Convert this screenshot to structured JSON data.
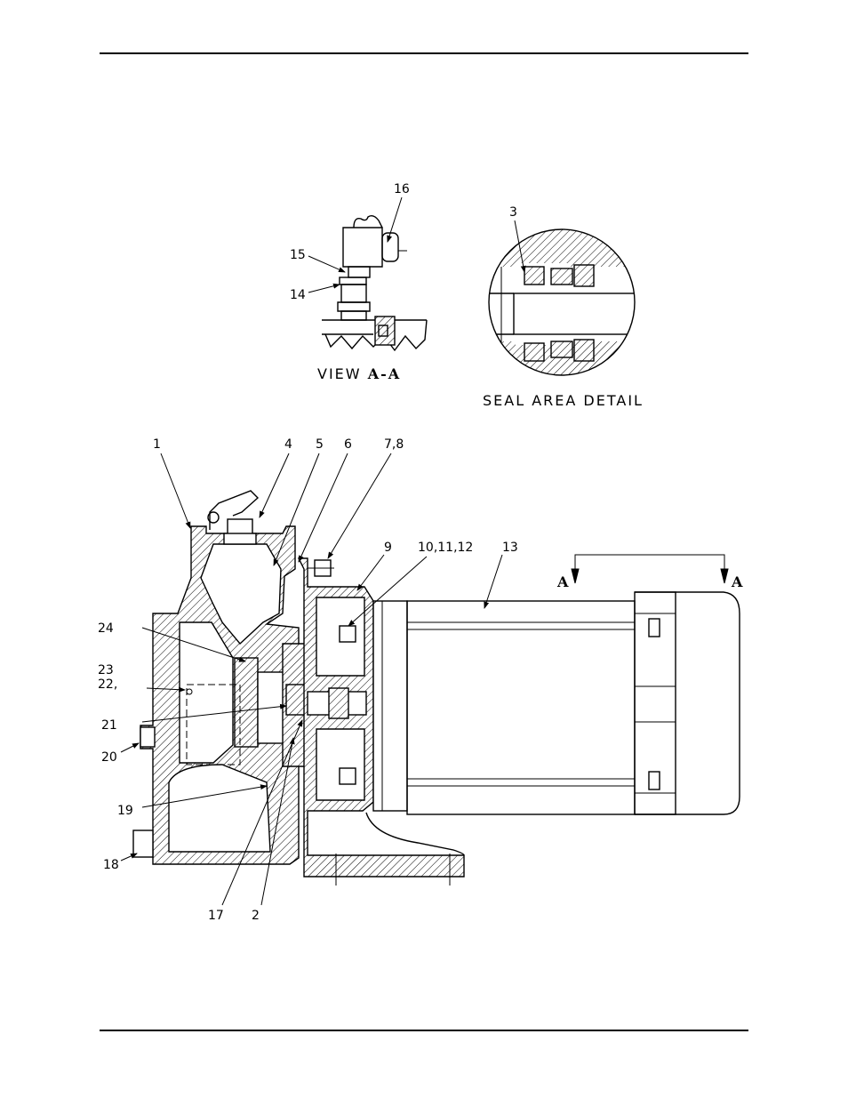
{
  "view_aa": {
    "caption_prefix": "VIEW",
    "caption_section": "A-A",
    "callouts": [
      "16",
      "15",
      "14"
    ]
  },
  "seal_detail": {
    "caption": "SEAL AREA DETAIL",
    "callouts": [
      "3"
    ]
  },
  "main_view": {
    "top_callouts": [
      "1",
      "4",
      "5",
      "6",
      "7,8",
      "9",
      "10,11,12",
      "13"
    ],
    "left_callouts": [
      "24",
      "23",
      "22,",
      "21",
      "20",
      "19",
      "18"
    ],
    "bottom_callouts": [
      "17",
      "2"
    ],
    "section_marker": "A"
  }
}
